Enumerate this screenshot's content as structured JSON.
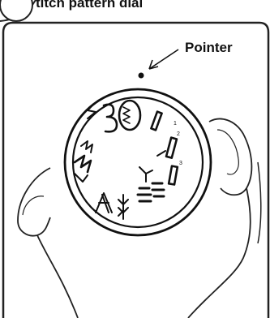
{
  "page": {
    "heading": "titch pattern dial",
    "pointer_label": "Pointer"
  },
  "illustration": {
    "subject": "stitch-pattern-dial",
    "icon": "hand-holding-dial"
  },
  "colors": {
    "ink": "#111111",
    "paper": "#ffffff"
  }
}
